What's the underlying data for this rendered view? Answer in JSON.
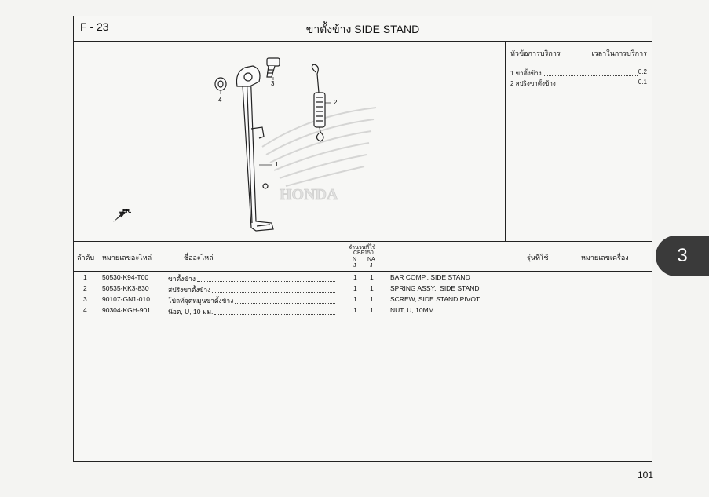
{
  "header": {
    "figure_id": "F - 23",
    "title": "ขาตั้งข้าง  SIDE STAND"
  },
  "service": {
    "heading_item": "หัวข้อการบริการ",
    "heading_time": "เวลาในการบริการ",
    "rows": [
      {
        "label": "1 ขาตั้งข้าง",
        "value": "0.2"
      },
      {
        "label": "2 สปริงขาตั้งข้าง",
        "value": "0.1"
      }
    ]
  },
  "diagram": {
    "callouts": [
      "1",
      "2",
      "3",
      "4"
    ],
    "front_arrow": "FR.",
    "watermark": "HONDA"
  },
  "table": {
    "headers": {
      "no": "ลำดับ",
      "part_no": "หมายเลขอะไหล่",
      "part_name": "ชื่ออะไหล่",
      "qty_title": "จำนวนที่ใช้",
      "model": "CBF150",
      "col_n": "N",
      "col_na": "NA",
      "j1": "J",
      "j2": "J",
      "used_on": "รุ่นที่ใช้",
      "engine_no": "หมายเลขเครื่อง"
    },
    "rows": [
      {
        "no": "1",
        "part_no": "50530-K94-T00",
        "name_th": "ขาตั้งข้าง",
        "n": "1",
        "na": "1",
        "name_en": "BAR COMP., SIDE STAND"
      },
      {
        "no": "2",
        "part_no": "50535-KK3-830",
        "name_th": "สปริงขาตั้งข้าง",
        "n": "1",
        "na": "1",
        "name_en": "SPRING ASSY., SIDE STAND"
      },
      {
        "no": "3",
        "part_no": "90107-GN1-010",
        "name_th": "โบ้ลท์จุดหมุนขาตั้งข้าง",
        "n": "1",
        "na": "1",
        "name_en": "SCREW, SIDE STAND PIVOT"
      },
      {
        "no": "4",
        "part_no": "90304-KGH-901",
        "name_th": "น๊อต, U, 10 มม.",
        "n": "1",
        "na": "1",
        "name_en": "NUT, U, 10MM"
      }
    ]
  },
  "section_tab": "3",
  "page_number": "101"
}
